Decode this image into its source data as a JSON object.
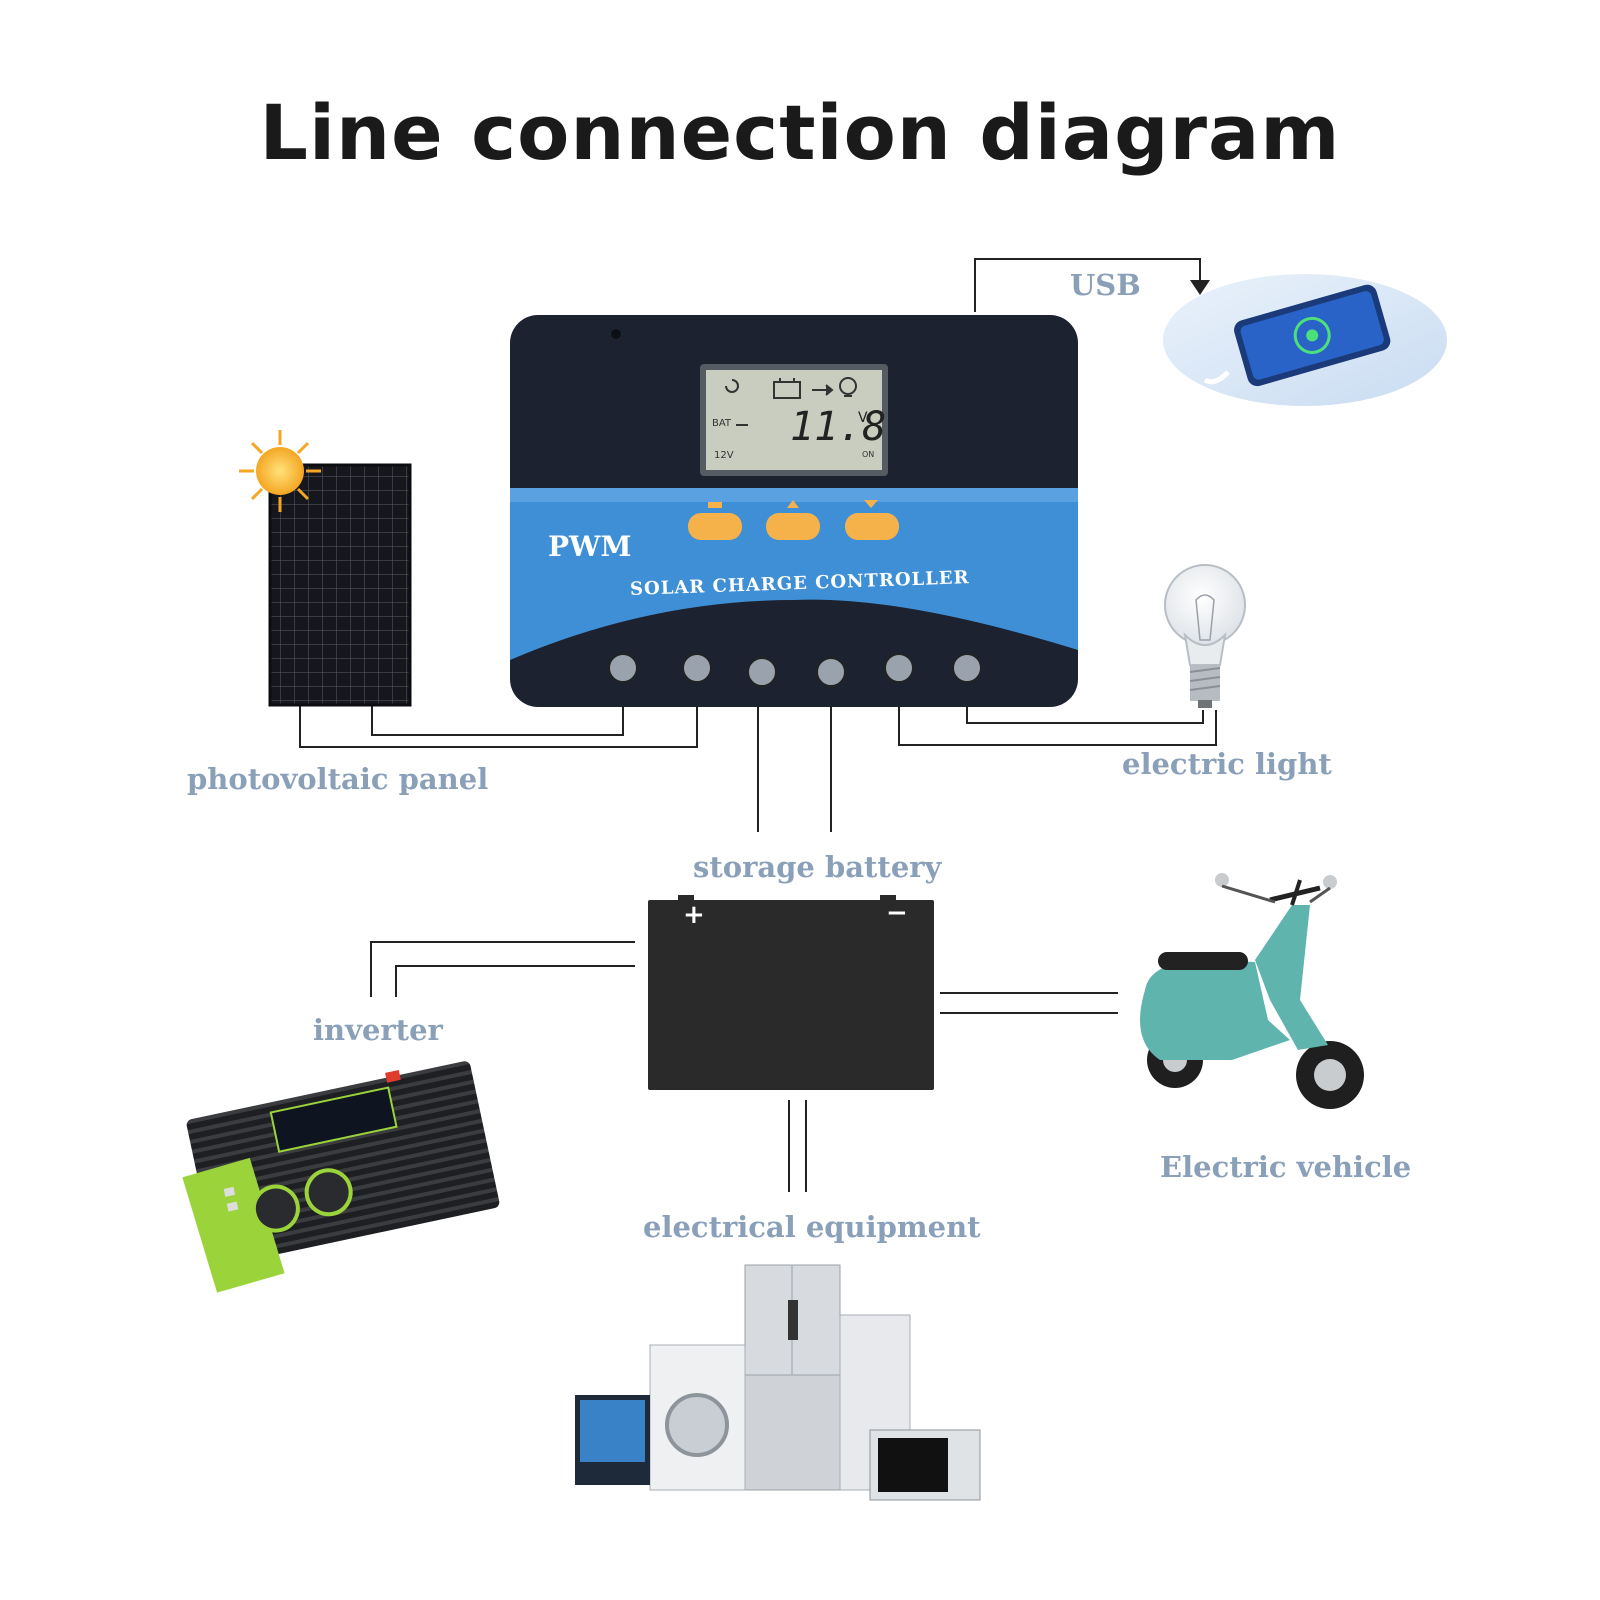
{
  "title": "Line connection diagram",
  "labels": {
    "usb": "USB",
    "photovoltaic_panel": "photovoltaic panel",
    "electric_light": "electric light",
    "storage_battery": "storage battery",
    "inverter": "inverter",
    "electric_vehicle": "Electric vehicle",
    "electrical_equipment": "electrical equipment"
  },
  "controller": {
    "brand": "PWM",
    "subtitle": "SOLAR CHARGE CONTROLLER",
    "lcd_reading": "11.8",
    "lcd_unit": "V",
    "lcd_bat": "BAT",
    "lcd_sys": "12V",
    "lcd_status": "ON"
  },
  "battery": {
    "plus": "+",
    "minus": "−"
  },
  "colors": {
    "label": "#8aa0b8",
    "controller_body": "#1c2230",
    "controller_blue": "#3f8fd6",
    "button_orange": "#f6b24a",
    "lcd": "#c9cdc0",
    "battery": "#2a2a2a",
    "scooter": "#5fb5ad",
    "inverter_green": "#9bd33a"
  }
}
